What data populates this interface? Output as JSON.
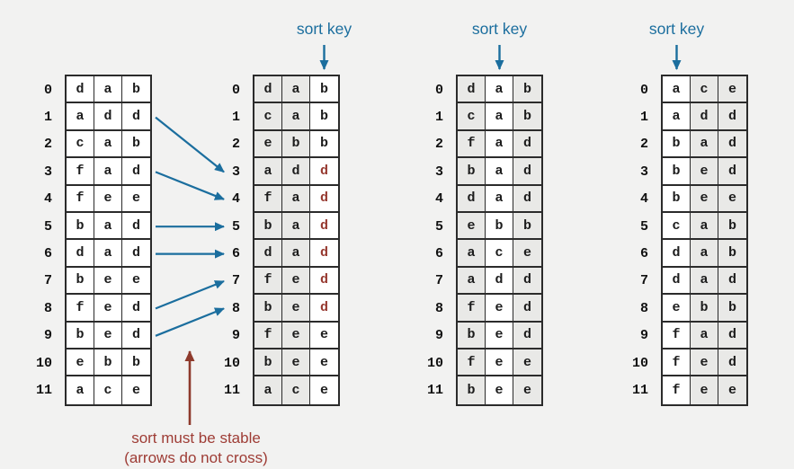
{
  "labels": {
    "sort_key": "sort key",
    "stable_note_line1": "sort must be stable",
    "stable_note_line2": "(arrows do not cross)"
  },
  "colors": {
    "background": "#f2f2f1",
    "accent_blue": "#1b6e9e",
    "note_red": "#9e3c35",
    "arrow_red": "#8e3a2c",
    "red_letter": "#96382f",
    "cell_gray": "#e9e9e7",
    "cell_white": "#ffffff",
    "border": "#2b2b2b"
  },
  "row_indices": [
    "0",
    "1",
    "2",
    "3",
    "4",
    "5",
    "6",
    "7",
    "8",
    "9",
    "10",
    "11"
  ],
  "tables": [
    {
      "name": "input",
      "key_col": null,
      "rows": [
        [
          "d",
          "a",
          "b"
        ],
        [
          "a",
          "d",
          "d"
        ],
        [
          "c",
          "a",
          "b"
        ],
        [
          "f",
          "a",
          "d"
        ],
        [
          "f",
          "e",
          "e"
        ],
        [
          "b",
          "a",
          "d"
        ],
        [
          "d",
          "a",
          "d"
        ],
        [
          "b",
          "e",
          "e"
        ],
        [
          "f",
          "e",
          "d"
        ],
        [
          "b",
          "e",
          "d"
        ],
        [
          "e",
          "b",
          "b"
        ],
        [
          "a",
          "c",
          "e"
        ]
      ],
      "red_cells": []
    },
    {
      "name": "sorted-by-third-letter",
      "key_col": 2,
      "rows": [
        [
          "d",
          "a",
          "b"
        ],
        [
          "c",
          "a",
          "b"
        ],
        [
          "e",
          "b",
          "b"
        ],
        [
          "a",
          "d",
          "d"
        ],
        [
          "f",
          "a",
          "d"
        ],
        [
          "b",
          "a",
          "d"
        ],
        [
          "d",
          "a",
          "d"
        ],
        [
          "f",
          "e",
          "d"
        ],
        [
          "b",
          "e",
          "d"
        ],
        [
          "f",
          "e",
          "e"
        ],
        [
          "b",
          "e",
          "e"
        ],
        [
          "a",
          "c",
          "e"
        ]
      ],
      "red_cells": [
        [
          3,
          2
        ],
        [
          4,
          2
        ],
        [
          5,
          2
        ],
        [
          6,
          2
        ],
        [
          7,
          2
        ],
        [
          8,
          2
        ]
      ]
    },
    {
      "name": "sorted-by-second-letter",
      "key_col": 1,
      "rows": [
        [
          "d",
          "a",
          "b"
        ],
        [
          "c",
          "a",
          "b"
        ],
        [
          "f",
          "a",
          "d"
        ],
        [
          "b",
          "a",
          "d"
        ],
        [
          "d",
          "a",
          "d"
        ],
        [
          "e",
          "b",
          "b"
        ],
        [
          "a",
          "c",
          "e"
        ],
        [
          "a",
          "d",
          "d"
        ],
        [
          "f",
          "e",
          "d"
        ],
        [
          "b",
          "e",
          "d"
        ],
        [
          "f",
          "e",
          "e"
        ],
        [
          "b",
          "e",
          "e"
        ]
      ],
      "red_cells": []
    },
    {
      "name": "sorted-by-first-letter",
      "key_col": 0,
      "rows": [
        [
          "a",
          "c",
          "e"
        ],
        [
          "a",
          "d",
          "d"
        ],
        [
          "b",
          "a",
          "d"
        ],
        [
          "b",
          "e",
          "d"
        ],
        [
          "b",
          "e",
          "e"
        ],
        [
          "c",
          "a",
          "b"
        ],
        [
          "d",
          "a",
          "b"
        ],
        [
          "d",
          "a",
          "d"
        ],
        [
          "e",
          "b",
          "b"
        ],
        [
          "f",
          "a",
          "d"
        ],
        [
          "f",
          "e",
          "d"
        ],
        [
          "f",
          "e",
          "e"
        ]
      ],
      "red_cells": []
    }
  ],
  "stability_arrows": [
    {
      "from_row": 1,
      "to_row": 3
    },
    {
      "from_row": 3,
      "to_row": 4
    },
    {
      "from_row": 5,
      "to_row": 5
    },
    {
      "from_row": 6,
      "to_row": 6
    },
    {
      "from_row": 8,
      "to_row": 7
    },
    {
      "from_row": 9,
      "to_row": 8
    }
  ]
}
